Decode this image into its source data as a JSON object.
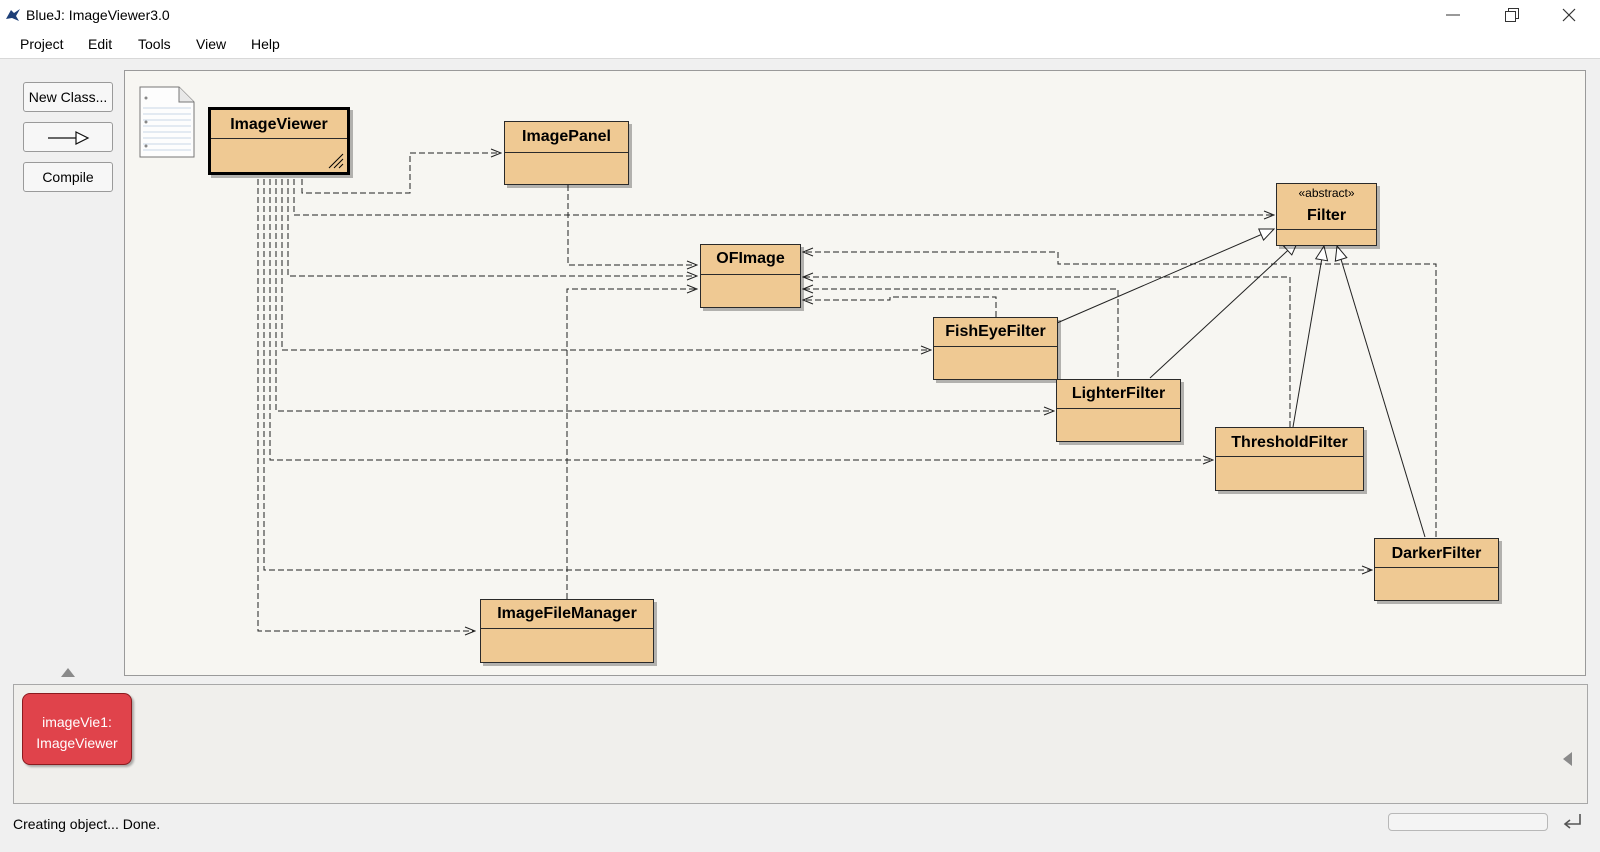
{
  "window": {
    "title": "BlueJ:  ImageViewer3.0"
  },
  "menu": [
    "Project",
    "Edit",
    "Tools",
    "View",
    "Help"
  ],
  "toolbar": {
    "new_class_label": "New Class...",
    "compile_label": "Compile"
  },
  "classes": {
    "imageviewer": "ImageViewer",
    "imagepanel": "ImagePanel",
    "ofimage": "OFImage",
    "filter": "Filter",
    "filter_stereotype": "«abstract»",
    "fisheyefilter": "FishEyeFilter",
    "lighterfilter": "LighterFilter",
    "thresholdfilter": "ThresholdFilter",
    "darkerfilter": "DarkerFilter",
    "imagefilemanager": "ImageFileManager"
  },
  "object_bench": {
    "object_name": "imageVie1:",
    "object_type": "ImageViewer"
  },
  "status": {
    "text": "Creating object... Done."
  },
  "colors": {
    "class_fill": "#efc993",
    "object_fill": "#e0434b",
    "canvas_bg": "#f7f6f2"
  }
}
